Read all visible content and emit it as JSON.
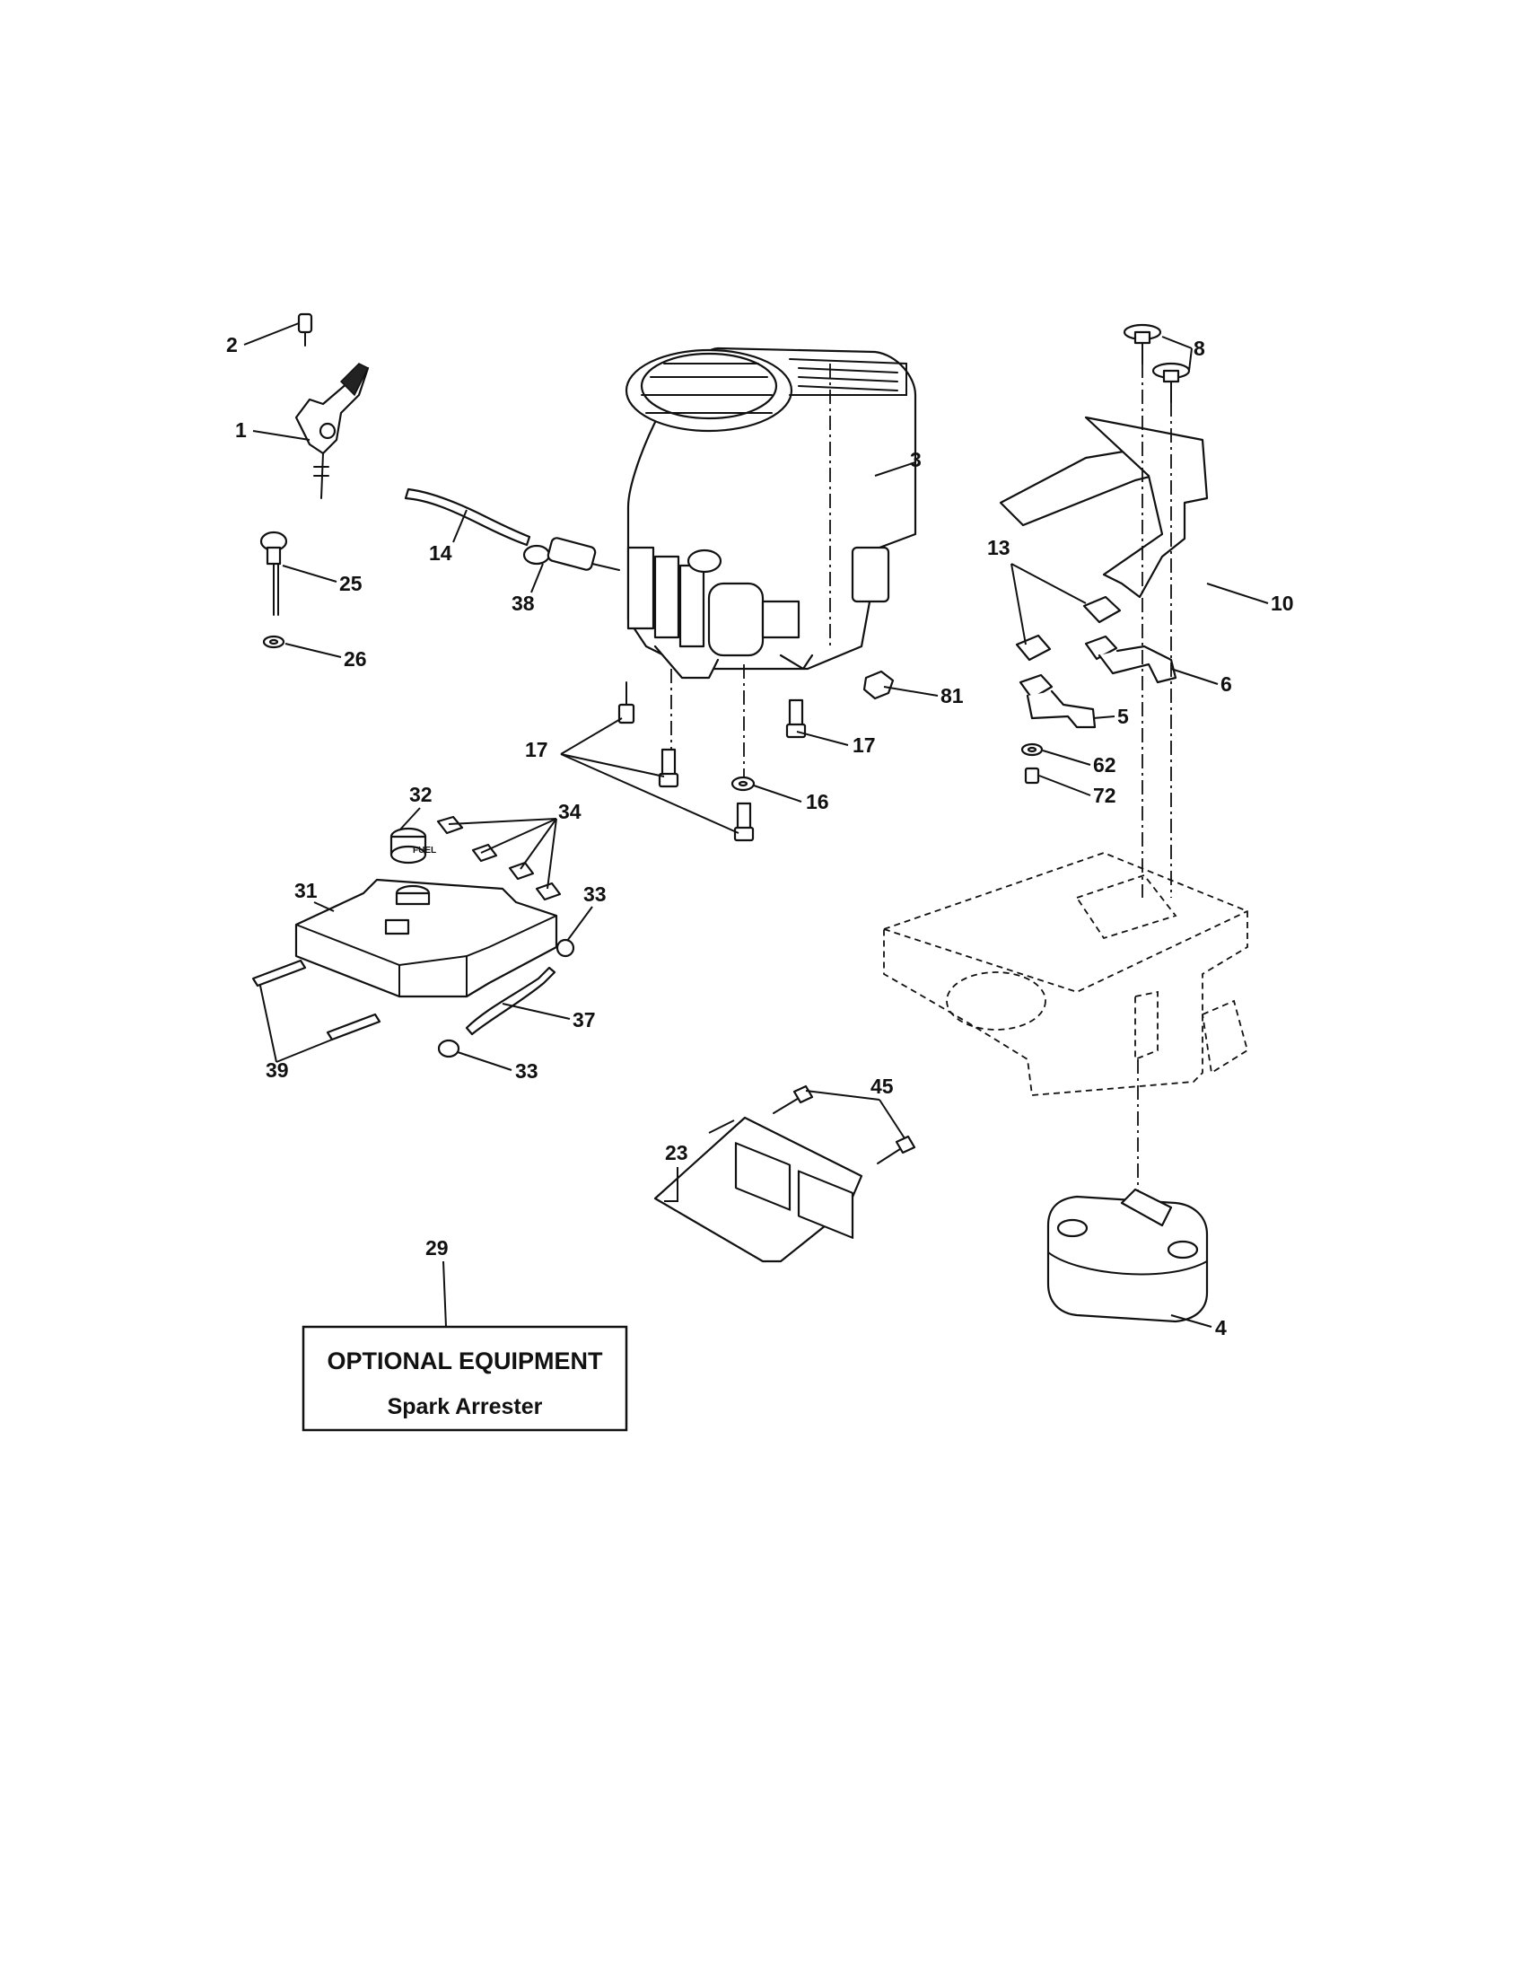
{
  "callouts": {
    "c1": "1",
    "c2": "2",
    "c3": "3",
    "c4": "4",
    "c5": "5",
    "c6": "6",
    "c8": "8",
    "c10": "10",
    "c13": "13",
    "c14": "14",
    "c16": "16",
    "c17a": "17",
    "c17b": "17",
    "c23": "23",
    "c25": "25",
    "c26": "26",
    "c29": "29",
    "c31": "31",
    "c32": "32",
    "c33a": "33",
    "c33b": "33",
    "c34": "34",
    "c37": "37",
    "c38": "38",
    "c39": "39",
    "c45": "45",
    "c62": "62",
    "c72": "72",
    "c81": "81"
  },
  "optional_box": {
    "title": "OPTIONAL EQUIPMENT",
    "subtitle": "Spark Arrester"
  },
  "fuel_cap_marking": "FUEL"
}
